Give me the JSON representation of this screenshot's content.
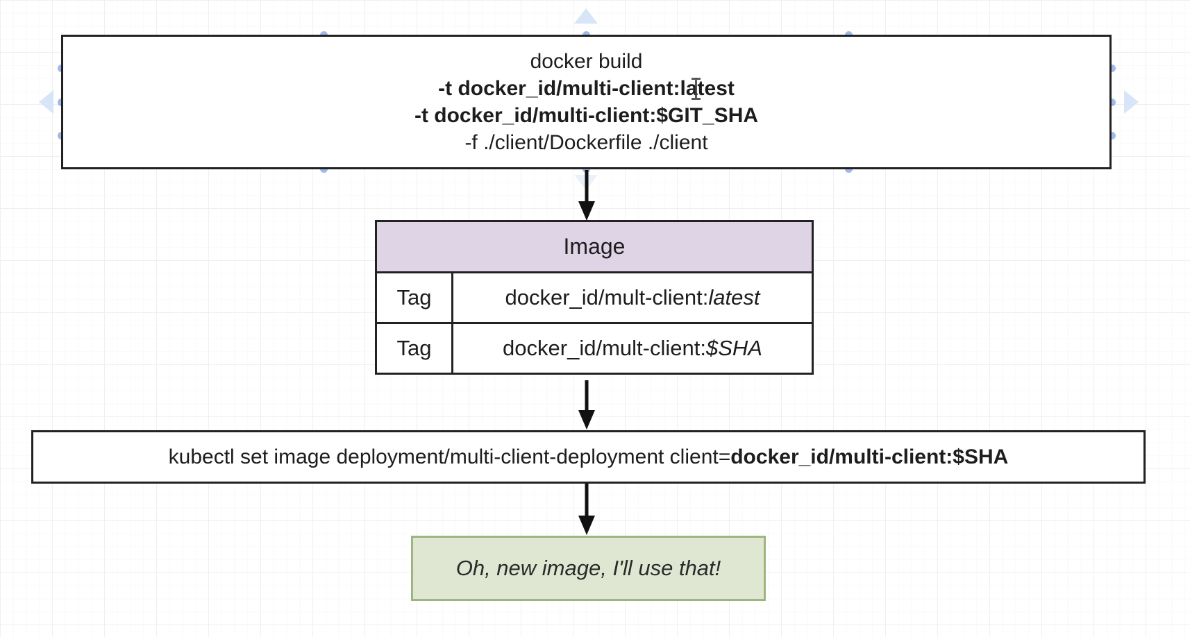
{
  "diagram": {
    "build_box": {
      "line1": "docker build",
      "line2": "-t docker_id/multi-client:latest",
      "line3": "-t docker_id/multi-client:$GIT_SHA",
      "line4": "-f ./client/Dockerfile ./client"
    },
    "image_table": {
      "header": "Image",
      "rows": [
        {
          "key": "Tag",
          "prefix": "docker_id/mult-client:",
          "suffix": "latest"
        },
        {
          "key": "Tag",
          "prefix": "docker_id/mult-client:",
          "suffix": "$SHA"
        }
      ]
    },
    "kubectl_box": {
      "text": "kubectl set image deployment/multi-client-deployment client=",
      "bold": "docker_id/multi-client:$SHA"
    },
    "speech_box": {
      "text": "Oh, new image, I'll use that!"
    },
    "colors": {
      "table_header_fill": "#ded4e6",
      "speech_fill": "#dfe7d2",
      "speech_border": "#9fb580",
      "box_border": "#222222",
      "connection_point_blue": "#4f7fd9",
      "nav_chevron_blue": "#d8e5f8",
      "arrow_black": "#111111"
    }
  }
}
